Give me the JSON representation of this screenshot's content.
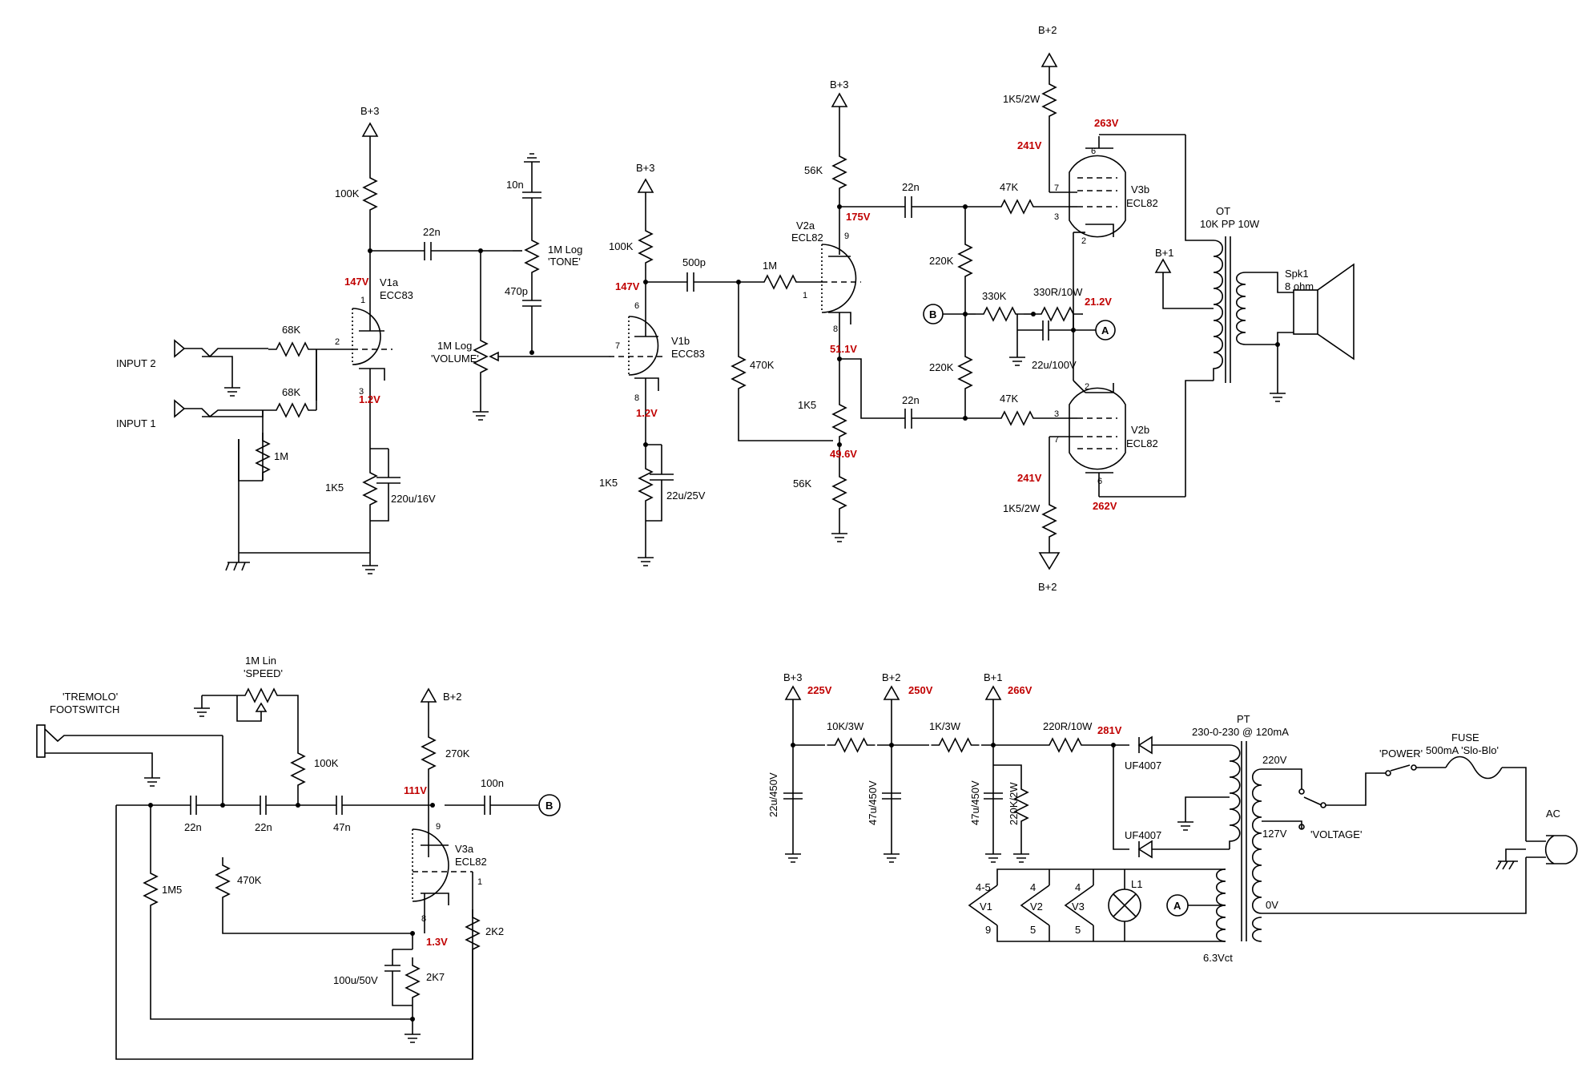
{
  "rails": {
    "b1": "B+1",
    "b2": "B+2",
    "b3": "B+3"
  },
  "nodes": {
    "a": "A",
    "b": "B"
  },
  "voltages": {
    "v1a_plate": "147V",
    "v1a_cathode": "1.2V",
    "v1b_plate": "147V",
    "v1b_cathode": "1.2V",
    "v2a_plate": "175V",
    "v2a_cathode": "51.1V",
    "v2a_tail": "49.6V",
    "v3b_screen": "241V",
    "v3b_plate": "263V",
    "v2b_screen": "241V",
    "v2b_plate": "262V",
    "split": "21.2V",
    "v3a_plate": "111V",
    "v3a_cathode": "1.3V",
    "b3": "225V",
    "b2": "250V",
    "b1": "266V",
    "rect": "281V"
  },
  "inputs": {
    "input1": "INPUT 1",
    "input2": "INPUT 2"
  },
  "tubes": {
    "v1a": "V1a",
    "v1a_type": "ECC83",
    "v1b": "V1b",
    "v1b_type": "ECC83",
    "v2a": "V2a",
    "v2a_type": "ECL82",
    "v3b": "V3b",
    "v3b_type": "ECL82",
    "v2b": "V2b",
    "v2b_type": "ECL82",
    "v3a": "V3a",
    "v3a_type": "ECL82"
  },
  "components": {
    "r100k": "100K",
    "r68k_a": "68K",
    "r68k_b": "68K",
    "r1m": "1M",
    "r1k5_v1a": "1K5",
    "c220u16": "220u/16V",
    "c22n_1": "22n",
    "c10n": "10n",
    "c470p": "470p",
    "pot_tone": "1M Log",
    "pot_tone_name": "'TONE'",
    "pot_vol": "1M Log",
    "pot_vol_name": "'VOLUME'",
    "r100k_v1b": "100K",
    "r1k5_v1b": "1K5",
    "c22u25": "22u/25V",
    "c500p": "500p",
    "r1m_grid": "1M",
    "r470k": "470K",
    "r56k_top": "56K",
    "r1k5_v2a": "1K5",
    "r56k_bot": "56K",
    "c22n_top": "22n",
    "c22n_bot": "22n",
    "r47k_top": "47K",
    "r47k_bot": "47K",
    "r220k_top": "220K",
    "r220k_bot": "220K",
    "r330k": "330K",
    "r330r": "330R/10W",
    "c22u100": "22u/100V",
    "r1k5_2w_top": "1K5/2W",
    "r1k5_2w_bot": "1K5/2W",
    "ot": "OT",
    "ot_spec": "10K PP 10W",
    "spk": "Spk1",
    "spk_ohm": "8 ohm",
    "pot_speed": "1M Lin",
    "pot_speed_name": "'SPEED'",
    "footswitch": "'TREMOLO'",
    "footswitch2": "FOOTSWITCH",
    "r100k_trem": "100K",
    "c22n_t1": "22n",
    "c22n_t2": "22n",
    "c47n": "47n",
    "r1m5": "1M5",
    "r470k_t": "470K",
    "r270k": "270K",
    "c100n": "100n",
    "r2k2": "2K2",
    "r2k7": "2K7",
    "c100u50": "100u/50V",
    "r10k3w": "10K/3W",
    "r1k3w": "1K/3W",
    "r220r10w": "220R/10W",
    "c22u450": "22u/450V",
    "c47u450a": "47u/450V",
    "c47u450b": "47u/450V",
    "r220k2w": "220K/2W",
    "d1": "UF4007",
    "d2": "UF4007",
    "pt": "PT",
    "pt_spec": "230-0-230 @ 120mA",
    "tap220": "220V",
    "tap127": "127V",
    "tap0": "0V",
    "sw_voltage": "'VOLTAGE'",
    "sw_power": "'POWER'",
    "fuse": "FUSE",
    "fuse_spec": "500mA 'Slo-Blo'",
    "ac": "AC",
    "heater": "6.3Vct",
    "lamp": "L1",
    "h_v1": "V1",
    "h_v2": "V2",
    "h_v3": "V3",
    "h_v1_top": "4-5",
    "h_v1_bot": "9",
    "h_v2_top": "4",
    "h_v2_bot": "5",
    "h_v3_top": "4",
    "h_v3_bot": "5"
  },
  "pins": {
    "p1": "1",
    "p2": "2",
    "p3": "3",
    "p6": "6",
    "p7": "7",
    "p8": "8",
    "p9": "9",
    "v2a1": "1",
    "v2a8": "8",
    "v2a9": "9",
    "v3b6": "6",
    "v3b7": "7",
    "v3b3": "3",
    "v3b2": "2",
    "v2b2": "2",
    "v2b3": "3",
    "v2b7": "7",
    "v2b6": "6",
    "v3a9": "9",
    "v3a8": "8",
    "v3a1": "1"
  }
}
